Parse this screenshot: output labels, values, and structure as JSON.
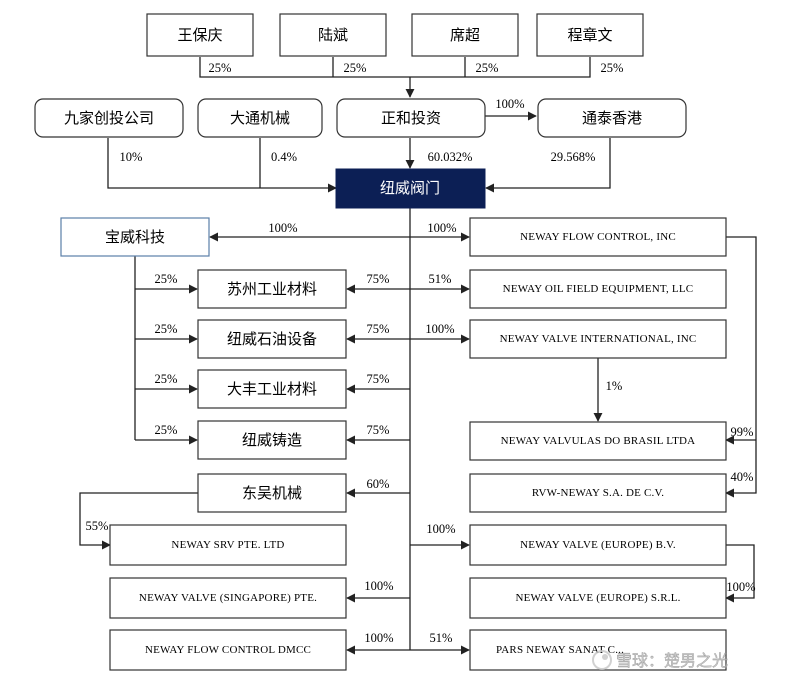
{
  "nodes": {
    "wang_baoqing": "王保庆",
    "lu_bin": "陆斌",
    "xi_chao": "席超",
    "cheng_zhangwen": "程章文",
    "jiujia": "九家创投公司",
    "datong": "大通机械",
    "zhenghe": "正和投资",
    "tongtai": "通泰香港",
    "neway_valve": "纽威阀门",
    "baowei": "宝威科技",
    "suzhou_material": "苏州工业材料",
    "neway_oil_equipment": "纽威石油设备",
    "dafeng_material": "大丰工业材料",
    "neway_casting": "纽威铸造",
    "dongwu": "东吴机械",
    "neway_srv": "NEWAY SRV PTE. LTD",
    "neway_singapore": "NEWAY VALVE (SINGAPORE) PTE.",
    "neway_dmcc": "NEWAY FLOW CONTROL DMCC",
    "neway_flow_inc": "NEWAY FLOW CONTROL, INC",
    "neway_oil_llc": "NEWAY OIL FIELD EQUIPMENT, LLC",
    "neway_intl": "NEWAY VALVE INTERNATIONAL, INC",
    "neway_brasil": "NEWAY VALVULAS DO BRASIL LTDA",
    "rvw_neway": "RVW-NEWAY S.A. DE C.V.",
    "neway_europe_bv": "NEWAY VALVE (EUROPE) B.V.",
    "neway_europe_srl": "NEWAY VALVE (EUROPE) S.R.L.",
    "pars_neway": "PARS NEWAY SANAT C..."
  },
  "percentages": {
    "wang_to_zhenghe": "25%",
    "lu_to_zhenghe": "25%",
    "xi_to_zhenghe": "25%",
    "cheng_to_zhenghe": "25%",
    "zhenghe_to_tongtai": "100%",
    "jiujia_to_neway": "10%",
    "datong_to_neway": "0.4%",
    "zhenghe_to_neway": "60.032%",
    "tongtai_to_neway": "29.568%",
    "neway_to_baowei": "100%",
    "neway_to_flow_inc": "100%",
    "baowei_to_suzhou": "25%",
    "neway_to_suzhou": "75%",
    "neway_to_oil_llc": "51%",
    "baowei_to_oil_equipment": "25%",
    "neway_to_oil_equipment": "75%",
    "neway_to_intl": "100%",
    "baowei_to_dafeng": "25%",
    "neway_to_dafeng": "75%",
    "intl_to_brasil": "1%",
    "baowei_to_casting": "25%",
    "neway_to_casting": "75%",
    "flow_inc_to_brasil": "99%",
    "flow_inc_to_rvw": "40%",
    "neway_to_dongwu": "60%",
    "dongwu_to_srv": "55%",
    "neway_to_europe_bv": "100%",
    "neway_to_singapore": "100%",
    "bv_to_srl": "100%",
    "neway_to_dmcc": "100%",
    "neway_to_pars": "51%"
  },
  "watermark": "雪球：楚男之光",
  "colors": {
    "highlight": "#0c1f55",
    "baowei_border": "#5b7fa8",
    "line": "#222222"
  }
}
